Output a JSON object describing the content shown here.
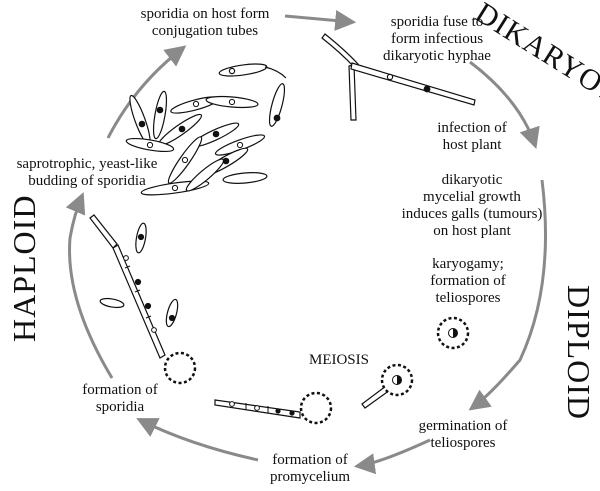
{
  "phases": {
    "dikaryotic": "DIKARYOTIC",
    "diploid": "DIPLOID",
    "haploid": "HAPLOID"
  },
  "stages": {
    "conjugation": "sporidia on host form\nconjugation tubes",
    "fusion": "sporidia fuse to\nform infectious\ndikaryotic hyphae",
    "infection": "infection of\nhost plant",
    "galls": "dikaryotic\nmycelial growth\ninduces galls (tumours)\non host plant",
    "karyogamy": "karyogamy;\nformation of\nteliospores",
    "meiosis": "MEIOSIS",
    "germination": "germination of\nteliospores",
    "promycelium": "formation of\npromycelium",
    "sporidia_formation": "formation of\nsporidia",
    "budding": "saprotrophic, yeast-like\nbudding of sporidia"
  },
  "colors": {
    "arrow": "#8a8a8a",
    "ink": "#111111",
    "background": "#ffffff"
  }
}
